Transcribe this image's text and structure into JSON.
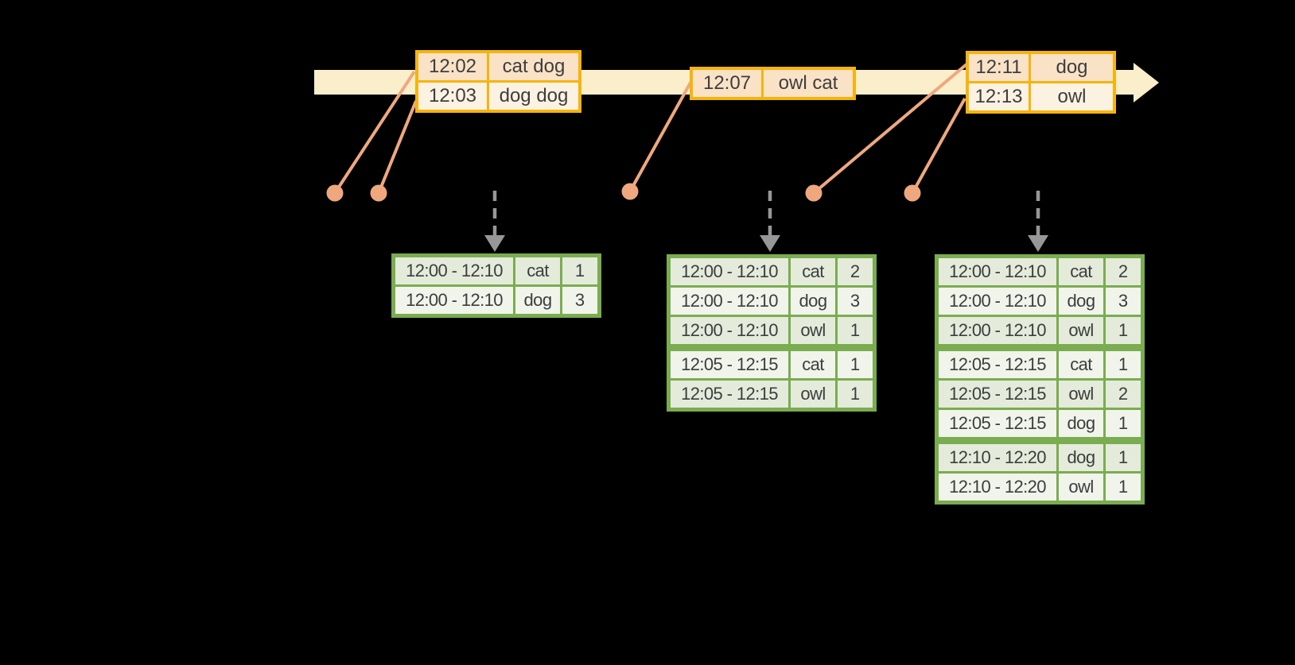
{
  "colors": {
    "background": "#000000",
    "band": "#FAEECB",
    "gold": "#F6B40B",
    "peach": "#FAE2C6",
    "cream": "#FCF2E2",
    "green": "#7AAC50",
    "gdark": "#E4EBDB",
    "glight": "#F0F4EB",
    "salmon": "#EFA87E",
    "arrowgray": "#979797",
    "text": "#3D3D3D"
  },
  "event_tables": [
    {
      "rows": [
        {
          "time": "12:02",
          "words": "cat dog"
        },
        {
          "time": "12:03",
          "words": "dog dog"
        }
      ]
    },
    {
      "rows": [
        {
          "time": "12:07",
          "words": "owl cat"
        }
      ]
    },
    {
      "rows": [
        {
          "time": "12:11",
          "words": "dog"
        },
        {
          "time": "12:13",
          "words": "owl"
        }
      ]
    }
  ],
  "result_tables": [
    {
      "rows": [
        {
          "window": "12:00 - 12:10",
          "word": "cat",
          "count": "1"
        },
        {
          "window": "12:00 - 12:10",
          "word": "dog",
          "count": "3"
        }
      ]
    },
    {
      "rows": [
        {
          "window": "12:00 - 12:10",
          "word": "cat",
          "count": "2"
        },
        {
          "window": "12:00 - 12:10",
          "word": "dog",
          "count": "3"
        },
        {
          "window": "12:00 - 12:10",
          "word": "owl",
          "count": "1"
        },
        {
          "window": "12:05 - 12:15",
          "word": "cat",
          "count": "1"
        },
        {
          "window": "12:05 - 12:15",
          "word": "owl",
          "count": "1"
        }
      ]
    },
    {
      "rows": [
        {
          "window": "12:00 - 12:10",
          "word": "cat",
          "count": "2"
        },
        {
          "window": "12:00 - 12:10",
          "word": "dog",
          "count": "3"
        },
        {
          "window": "12:00 - 12:10",
          "word": "owl",
          "count": "1"
        },
        {
          "window": "12:05 - 12:15",
          "word": "cat",
          "count": "1"
        },
        {
          "window": "12:05 - 12:15",
          "word": "owl",
          "count": "2"
        },
        {
          "window": "12:05 - 12:15",
          "word": "dog",
          "count": "1"
        },
        {
          "window": "12:10 - 12:20",
          "word": "dog",
          "count": "1"
        },
        {
          "window": "12:10 - 12:20",
          "word": "owl",
          "count": "1"
        }
      ]
    }
  ]
}
